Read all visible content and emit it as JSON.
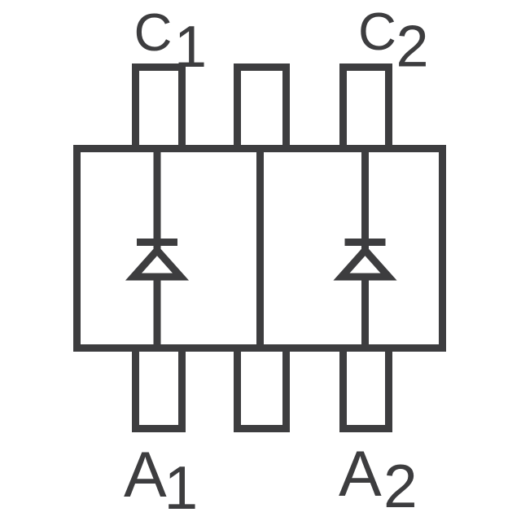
{
  "figure": {
    "kind": "dual-diode-package-pinout-schematic",
    "diode_count": 2,
    "pin_count": 6,
    "colors": {
      "line": "#3d3d3f",
      "background": "#ffffff"
    },
    "labels": {
      "c1": {
        "letter": "C",
        "sub": "1"
      },
      "c2": {
        "letter": "C",
        "sub": "2"
      },
      "a1": {
        "letter": "A",
        "sub": "1"
      },
      "a2": {
        "letter": "A",
        "sub": "2"
      }
    }
  }
}
